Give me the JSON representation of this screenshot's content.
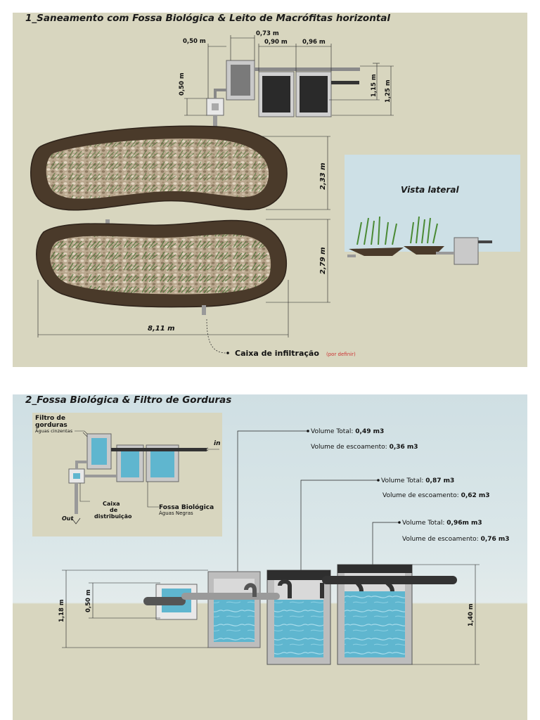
{
  "section1": {
    "title": "1_Saneamento com Fossa Biológica & Leito de Macrófitas horizontal",
    "dims": {
      "d050top": "0,50 m",
      "d073": "0,73 m",
      "d090": "0,90 m",
      "d096": "0,96 m",
      "d050side": "0,50 m",
      "d115": "1,15 m",
      "d125": "1,25 m",
      "d233": "2,33 m",
      "d279": "2,79 m",
      "d811": "8,11 m"
    },
    "infiltration_label": "Caixa de infiltração",
    "infiltration_note": "(por definir)",
    "lateral_view_label": "Vista lateral"
  },
  "section2": {
    "title": "2_Fossa Biológica & Filtro de Gorduras",
    "inset": {
      "filter_label_1": "Filtro de",
      "filter_label_2": "gorduras",
      "filter_sub": "Águas cinzentas",
      "in_label": "in",
      "out_label": "Out",
      "box_label_1": "Caixa",
      "box_label_2": "de",
      "box_label_3": "distribuição",
      "fossa_label": "Fossa Biológica",
      "fossa_sub": "Águas Negras"
    },
    "volumes": [
      {
        "total_key": "Volume Total:",
        "total_val": "0,49 m3",
        "esc_key": "Volume de escoamento:",
        "esc_val": "0,36 m3"
      },
      {
        "total_key": "Volume Total:",
        "total_val": "0,87 m3",
        "esc_key": "Volume de escoamento:",
        "esc_val": "0,62 m3"
      },
      {
        "total_key": "Volume Total:",
        "total_val": "0,96m m3",
        "esc_key": "Volume de escoamento:",
        "esc_val": "0,76 m3"
      }
    ],
    "dims": {
      "d118": "1,18 m",
      "d050": "0,50 m",
      "d140": "1,40 m"
    }
  },
  "colors": {
    "panel_bg": "#d8d6bf",
    "sky": "#cfdfe3",
    "bed_border": "#4a3a2a",
    "water": "#5fb6cf",
    "concrete": "#b7b7b7",
    "pipe": "#555555",
    "accent_red": "#cc3333"
  }
}
